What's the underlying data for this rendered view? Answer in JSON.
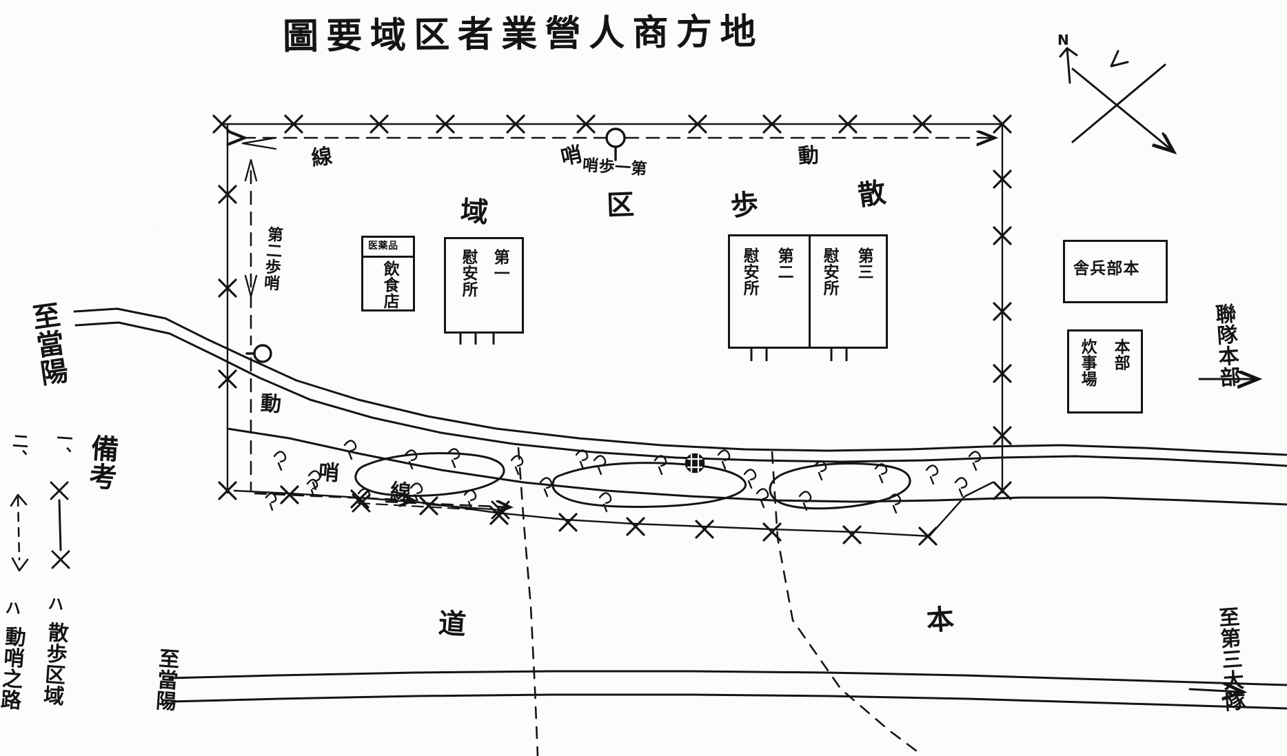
{
  "document": {
    "title": "地方商人営業者区域要図",
    "title_display": "圖要域区者業營人商方地",
    "type": "hand-drawn-map",
    "ink_color": "#141414",
    "paper_color": "#fcfcfa"
  },
  "compass": {
    "name": "north-arrow",
    "label": "N"
  },
  "headings": {
    "walking_area": {
      "display": "散　歩　区　域",
      "reading": "散歩区域",
      "chars": [
        "散",
        "歩",
        "区",
        "域"
      ]
    }
  },
  "boundary_labels": {
    "top_line": "線",
    "top_patrol": "動",
    "bottom_line": "線",
    "left_patrol": "動",
    "left_sentry": "哨",
    "bottom_sentry": "哨",
    "bottom_road": "道",
    "bottom_road2": "本"
  },
  "sentries": [
    {
      "name": "first-sentry-post",
      "marker": "哨",
      "label_display": "哨歩一第",
      "label_reading": "第一歩哨"
    },
    {
      "name": "second-sentry-post",
      "label_display": "第二歩哨",
      "label_reading": "第二歩哨"
    }
  ],
  "buildings": [
    {
      "name": "medicine-restaurant-box",
      "header": "医薬品",
      "body": "飲食店"
    },
    {
      "name": "comfort-station-1",
      "ordinal": "第一",
      "label": "慰安所"
    },
    {
      "name": "comfort-station-2",
      "ordinal": "第二",
      "label": "慰安所"
    },
    {
      "name": "comfort-station-3",
      "ordinal": "第三",
      "label": "慰安所"
    },
    {
      "name": "headquarters-barracks",
      "display": "舎兵部本",
      "reading": "本部兵舎"
    },
    {
      "name": "headquarters-kitchen",
      "ordinal": "本部",
      "label": "炊事場"
    }
  ],
  "destinations": [
    {
      "name": "to-dangyang-upper",
      "text": "至當陽"
    },
    {
      "name": "to-dangyang-lower",
      "text": "至當陽"
    },
    {
      "name": "to-regiment-hq",
      "text": "聯隊本部"
    },
    {
      "name": "to-third-battalion",
      "text": "至第三大隊"
    }
  ],
  "legend": {
    "title": "備考",
    "items": [
      {
        "number": "一、",
        "symbol": "×—×",
        "particle": "ハ",
        "meaning": "散歩区域"
      },
      {
        "number": "二、",
        "symbol": "←--→",
        "particle": "ハ",
        "meaning": "動哨之路"
      }
    ]
  }
}
